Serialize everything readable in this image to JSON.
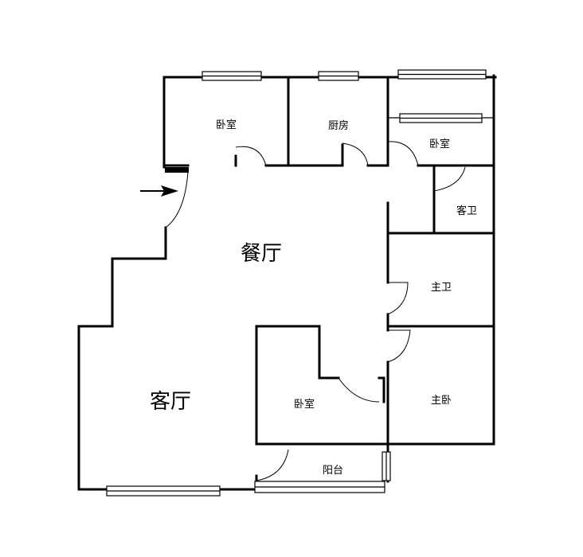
{
  "rooms": {
    "bedroom_nw": "卧室",
    "kitchen": "厨房",
    "bedroom_ne": "卧室",
    "guest_bath": "客卫",
    "dining": "餐厅",
    "master_bath": "主卫",
    "living": "客厅",
    "bedroom_s": "卧室",
    "master_bedroom": "主卧",
    "balcony": "阳台"
  }
}
